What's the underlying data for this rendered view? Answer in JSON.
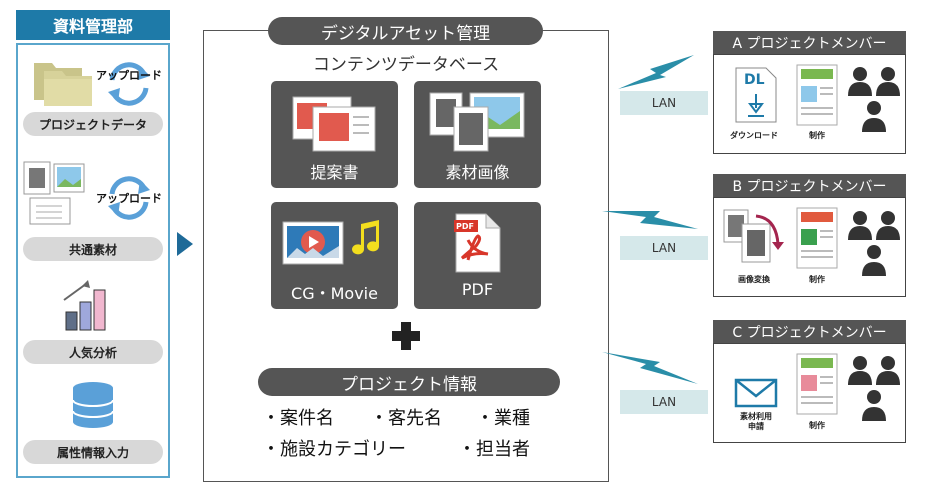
{
  "left": {
    "title": "資料管理部",
    "items": [
      {
        "label": "プロジェクトデータ"
      },
      {
        "label": "共通素材"
      },
      {
        "label": "人気分析"
      },
      {
        "label": "属性情報入力"
      }
    ],
    "upload_label": "アップロード"
  },
  "main": {
    "title": "デジタルアセット管理",
    "subtitle": "コンテンツデータベース",
    "tiles": [
      {
        "label": "提案書"
      },
      {
        "label": "素材画像"
      },
      {
        "label": "CG・Movie"
      },
      {
        "label": "PDF"
      }
    ],
    "pdf_badge": "PDF",
    "project_info_title": "プロジェクト情報",
    "info_items": [
      "・案件名",
      "・客先名",
      "・業種",
      "・施設カテゴリー",
      "・担当者"
    ]
  },
  "lan_label": "LAN",
  "members": [
    {
      "title": "A プロジェクトメンバー",
      "action_label": "ダウンロード",
      "dl_text": "DL",
      "make_label": "制作"
    },
    {
      "title": "B プロジェクトメンバー",
      "action_label": "画像変換",
      "make_label": "制作"
    },
    {
      "title": "C プロジェクトメンバー",
      "action_label": "素材利用\n申請",
      "make_label": "制作"
    }
  ],
  "colors": {
    "accent": "#1e7aa8",
    "panel_dark": "#555555",
    "lan_bg": "#d5e8ea",
    "lightning": "#2a8ea8"
  }
}
